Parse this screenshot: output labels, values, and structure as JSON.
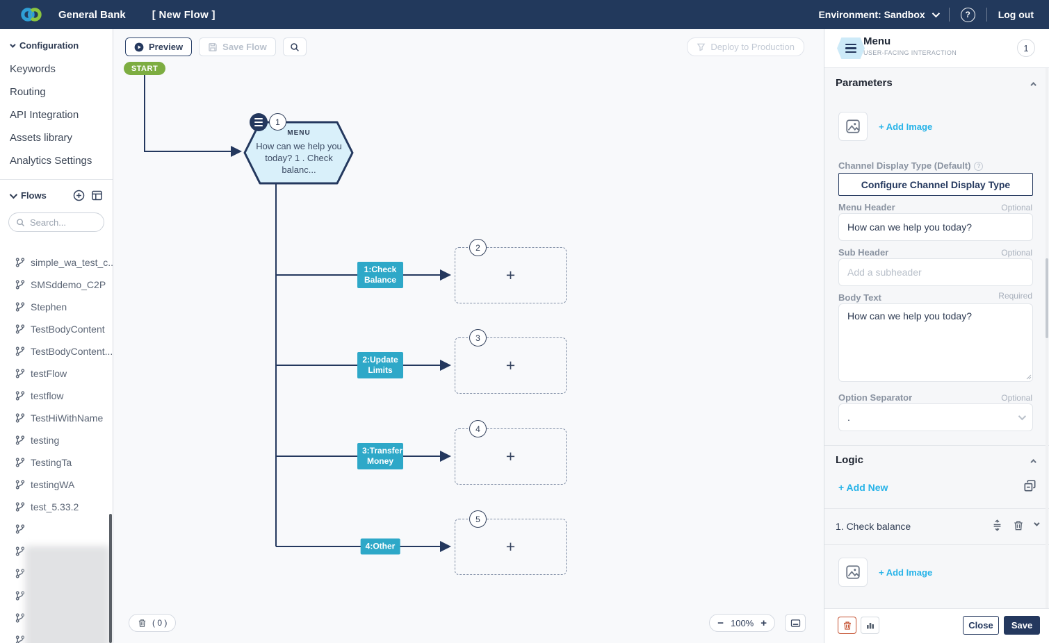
{
  "topbar": {
    "brand": "General Bank",
    "flow_title": "[ New Flow ]",
    "environment": "Environment: Sandbox",
    "help_glyph": "?",
    "logout": "Log out"
  },
  "sidebar": {
    "configuration": {
      "title": "Configuration",
      "items": [
        "Keywords",
        "Routing",
        "API Integration",
        "Assets library",
        "Analytics Settings"
      ]
    },
    "flows": {
      "title": "Flows",
      "search_placeholder": "Search...",
      "items": [
        "simple_wa_test_c...",
        "SMSddemo_C2P",
        "Stephen",
        "TestBodyContent",
        "TestBodyContent...",
        "testFlow",
        "testflow",
        "TestHiWithName",
        "testing",
        "TestingTa",
        "testingWA",
        "test_5.33.2"
      ],
      "redacted_item_count": 6
    }
  },
  "canvas": {
    "toolbar": {
      "preview": "Preview",
      "save_flow": "Save Flow",
      "deploy": "Deploy to Production"
    },
    "start_label": "START",
    "menu_node": {
      "badge": "1",
      "type_label": "MENU",
      "text": "How can we help you today? 1 . Check balanc..."
    },
    "branches": [
      {
        "label": "1:Check Balance",
        "target_badge": "2"
      },
      {
        "label": "2:Update Limits",
        "target_badge": "3"
      },
      {
        "label": "3:Transfer Money",
        "target_badge": "4"
      },
      {
        "label": "4:Other",
        "target_badge": "5"
      }
    ],
    "plus": "+",
    "footer": {
      "delete_count": "( 0 )",
      "zoom_out": "−",
      "zoom_level": "100%",
      "zoom_in": "+"
    }
  },
  "panel": {
    "header": {
      "title": "Menu",
      "subtitle": "USER-FACING INTERACTION",
      "badge": "1"
    },
    "parameters": {
      "title": "Parameters",
      "add_image": "+ Add Image",
      "channel_display_label": "Channel Display Type (Default)",
      "channel_display_help": "?",
      "configure_button": "Configure Channel Display Type",
      "menu_header": {
        "label": "Menu Header",
        "tag": "Optional",
        "value": "How can we help you today?"
      },
      "sub_header": {
        "label": "Sub Header",
        "tag": "Optional",
        "placeholder": "Add a subheader"
      },
      "body_text": {
        "label": "Body Text",
        "tag": "Required",
        "value": "How can we help you today?"
      },
      "option_separator": {
        "label": "Option Separator",
        "tag": "Optional",
        "value": "."
      }
    },
    "logic": {
      "title": "Logic",
      "add_new": "+ Add New",
      "items": [
        {
          "label": "1. Check balance"
        }
      ],
      "add_image": "+ Add Image"
    },
    "footer": {
      "close": "Close",
      "save": "Save"
    }
  },
  "colors": {
    "topbar_navy": "#22395c",
    "node_border_navy": "#24385e",
    "node_fill": "#d9f0fa",
    "branch_teal": "#2ea8c8",
    "start_green": "#7dad41",
    "link_cyan": "#27b3e8",
    "danger_red": "#c4502f",
    "canvas_bg": "#f8f9fb",
    "panel_bg": "#f6f7f9"
  }
}
